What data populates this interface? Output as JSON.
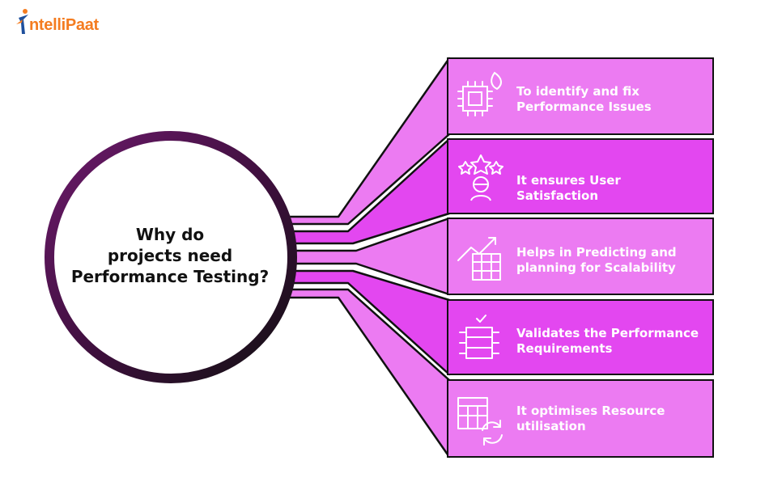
{
  "brand": {
    "name": "ntelliPaat",
    "color": "#f47c20"
  },
  "center": {
    "lines": [
      "Why do",
      "projects need",
      "Performance Testing?"
    ],
    "ring_colors": [
      "#6b1a6a",
      "#111111"
    ]
  },
  "items": [
    {
      "label": [
        "To identify and fix",
        "Performance Issues"
      ],
      "icon": "cpu-flame-icon",
      "color": "#ec7bf2"
    },
    {
      "label": [
        "It ensures User Satisfaction"
      ],
      "icon": "user-stars-icon",
      "color": "#e347f0"
    },
    {
      "label": [
        "Helps in Predicting and",
        "planning for Scalability"
      ],
      "icon": "growth-chart-icon",
      "color": "#ec7bf2"
    },
    {
      "label": [
        "Validates the Performance",
        "Requirements"
      ],
      "icon": "checklist-icon",
      "color": "#e347f0"
    },
    {
      "label": [
        "It optimises Resource",
        "utilisation"
      ],
      "icon": "resource-refresh-icon",
      "color": "#ec7bf2"
    }
  ]
}
